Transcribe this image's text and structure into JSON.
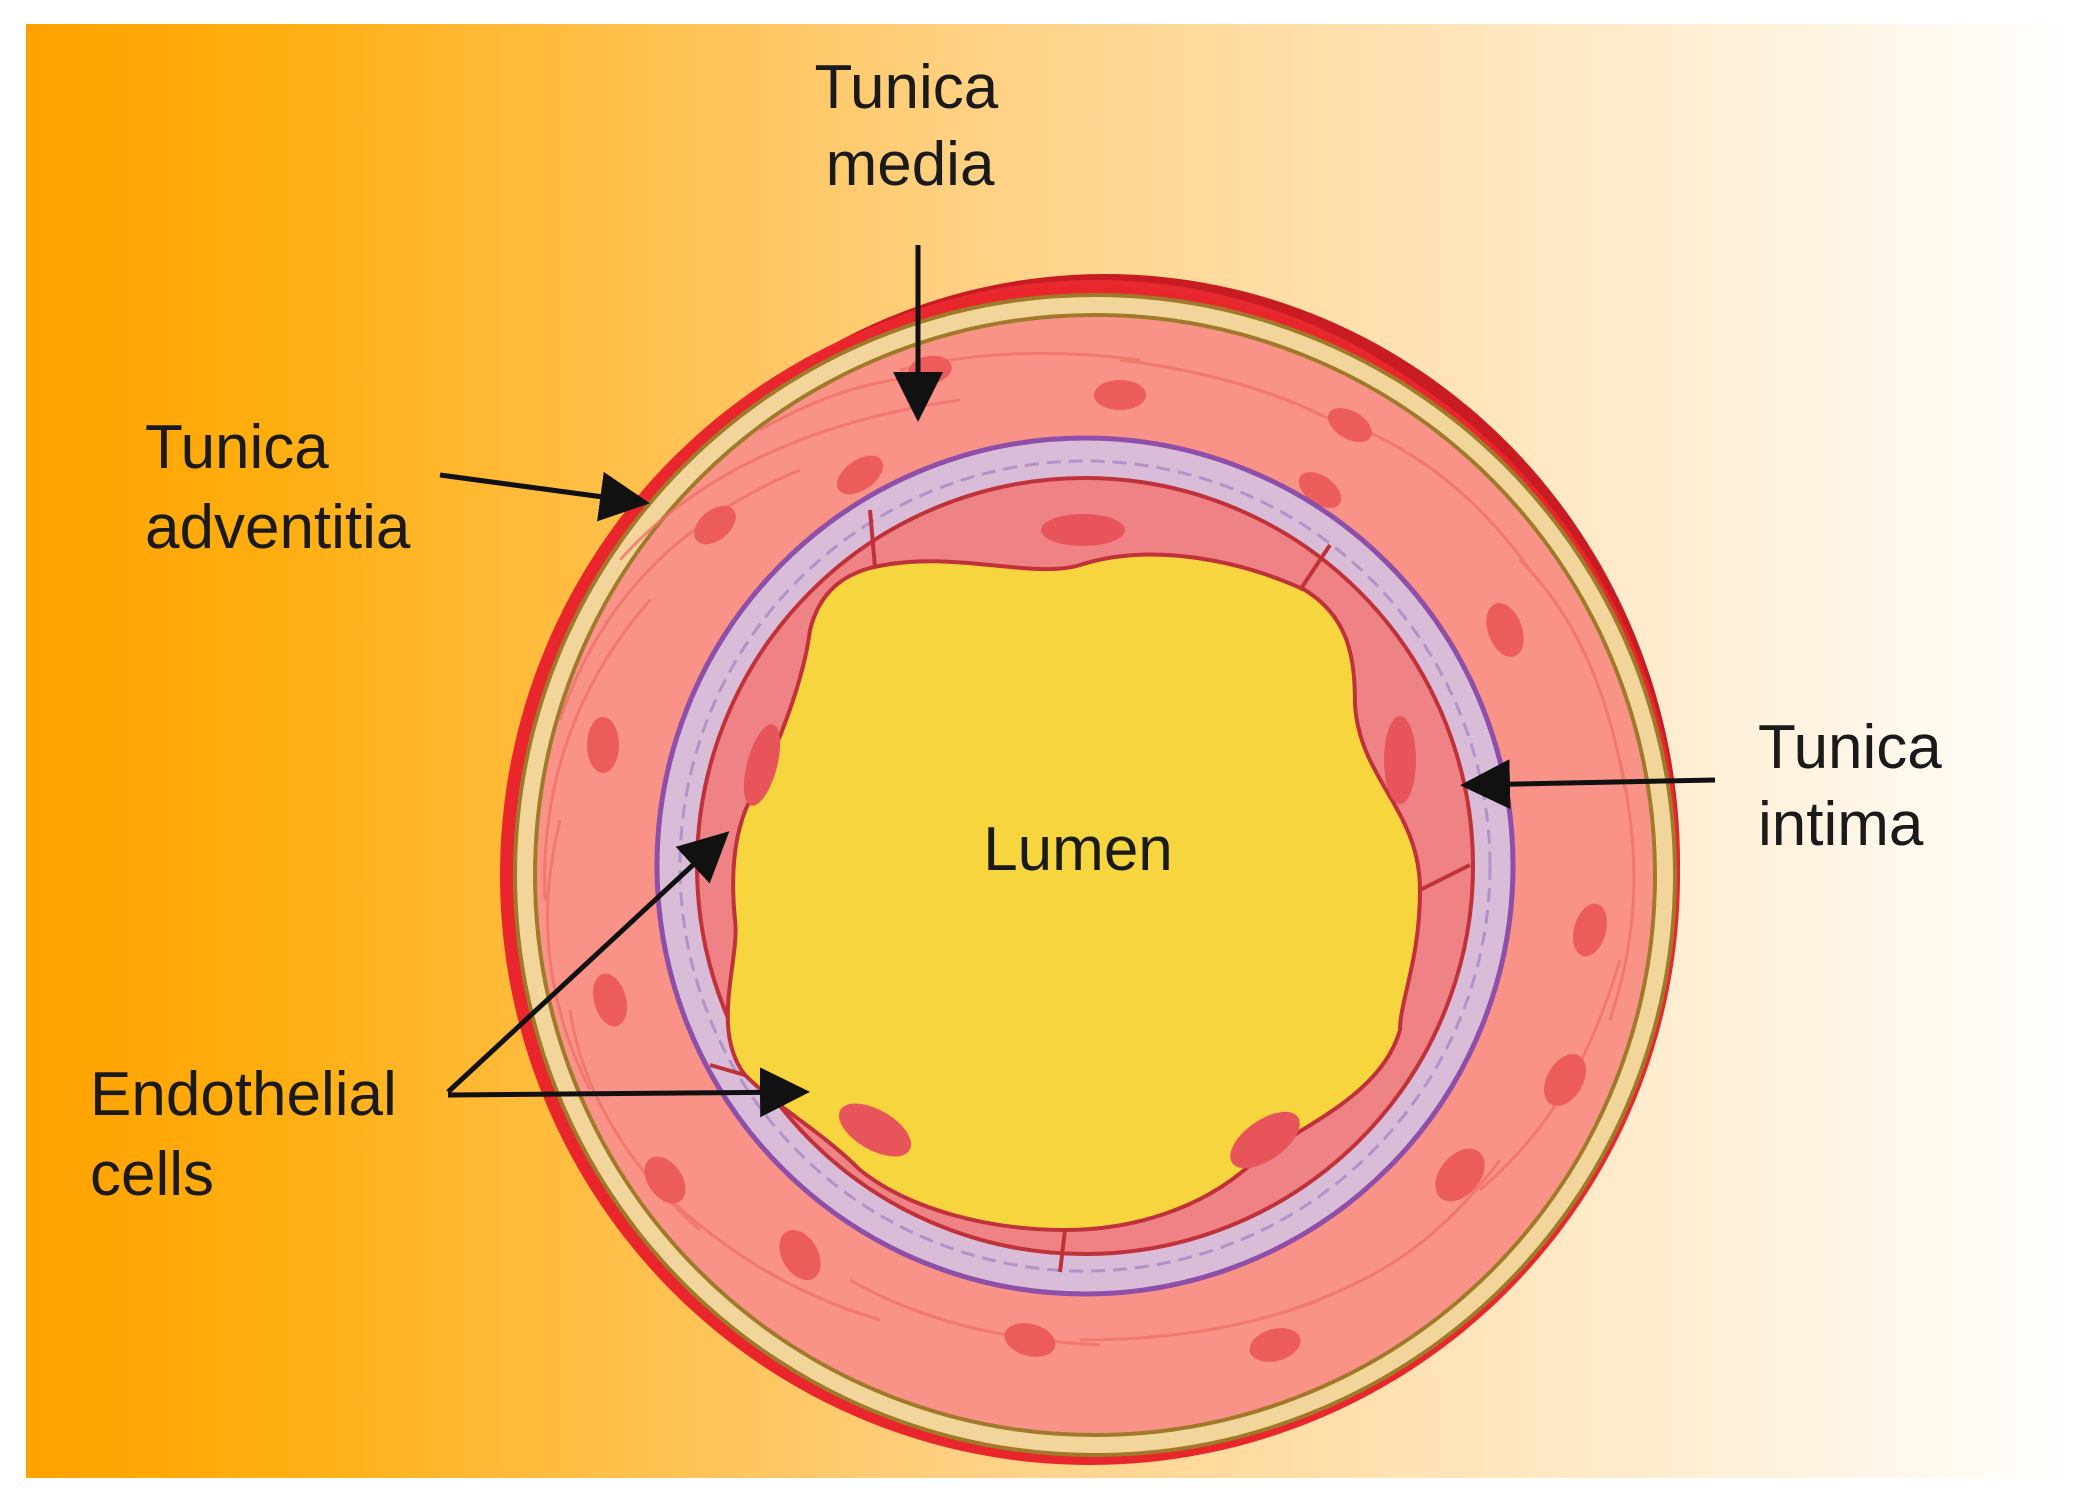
{
  "labels": {
    "tunica_media": [
      "Tunica",
      "media"
    ],
    "tunica_adventitia": [
      "Tunica",
      "adventitia"
    ],
    "tunica_intima": [
      "Tunica",
      "intima"
    ],
    "endothelial_cells": [
      "Endothelial",
      "cells"
    ],
    "lumen": "Lumen"
  },
  "colors": {
    "background_left": "#FFA500",
    "background_right": "#FFFFFF",
    "outer_wall_red": "#E8262B",
    "outer_wall_dark": "#B5161B",
    "adventitia_tan": "#F2D59A",
    "adventitia_line": "#A07A2A",
    "media_pink": "#F99387",
    "media_nucleus": "#EC5C5A",
    "intima_lavender": "#D8BCD8",
    "intima_border": "#8E4FA8",
    "endothelium": "#EE8285",
    "lumen_yellow": "#F6D53F"
  }
}
